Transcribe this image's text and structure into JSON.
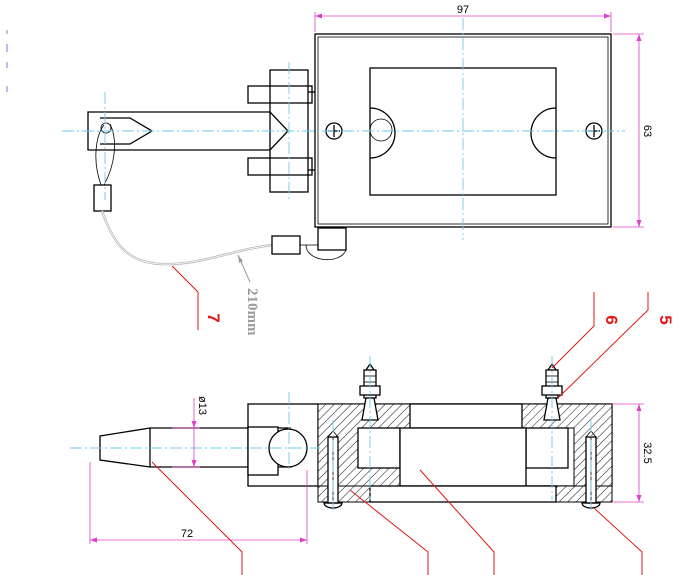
{
  "dimensions": {
    "top_width": "97",
    "top_height": "63",
    "cable_length": "210mm",
    "front_height": "32.5",
    "rod_length": "72",
    "rod_diameter": "ø13"
  },
  "callouts": {
    "label_5": "5",
    "label_6": "6",
    "label_7": "7"
  },
  "colors": {
    "dimension": "#e040c8",
    "centerline": "#6fc8e8",
    "leader": "#e01818",
    "outline": "#000000"
  }
}
